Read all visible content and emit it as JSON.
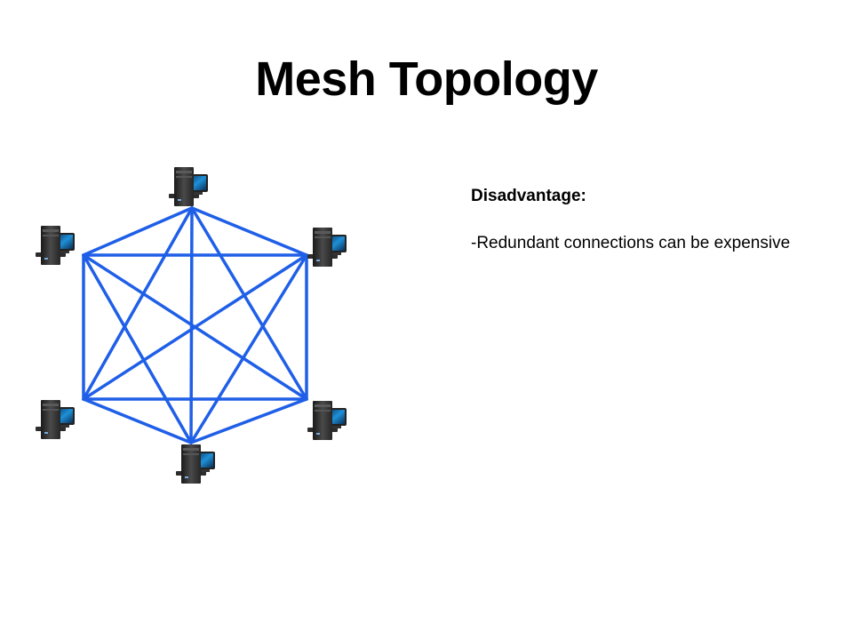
{
  "slide": {
    "title": "Mesh Topology"
  },
  "panel": {
    "heading": "Disadvantage:",
    "body": "-Redundant connections can be expensive"
  },
  "diagram": {
    "link_color": "#1f5fe8",
    "nodes": [
      {
        "id": "top",
        "icon": "computer-icon"
      },
      {
        "id": "upper-right",
        "icon": "computer-icon"
      },
      {
        "id": "lower-right",
        "icon": "computer-icon"
      },
      {
        "id": "bottom",
        "icon": "computer-icon"
      },
      {
        "id": "lower-left",
        "icon": "computer-icon"
      },
      {
        "id": "upper-left",
        "icon": "computer-icon"
      }
    ]
  }
}
